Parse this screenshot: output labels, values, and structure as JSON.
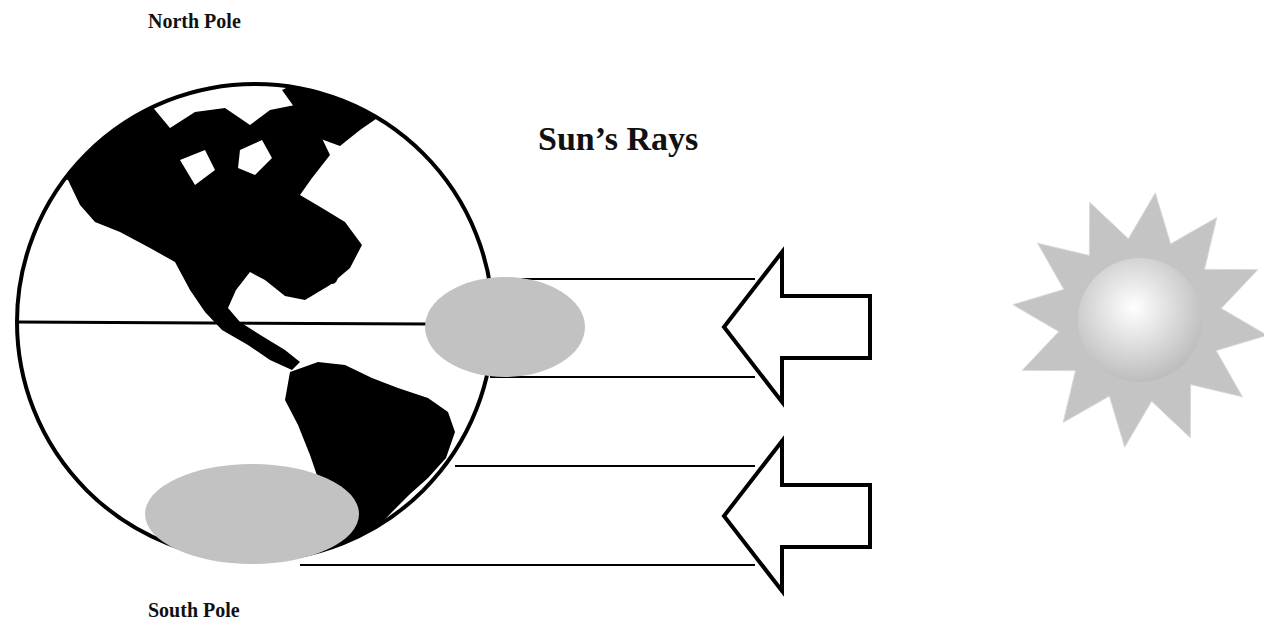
{
  "diagram": {
    "labels": [
      "North Pole",
      "Sun’s Rays",
      "South Pole"
    ]
  }
}
